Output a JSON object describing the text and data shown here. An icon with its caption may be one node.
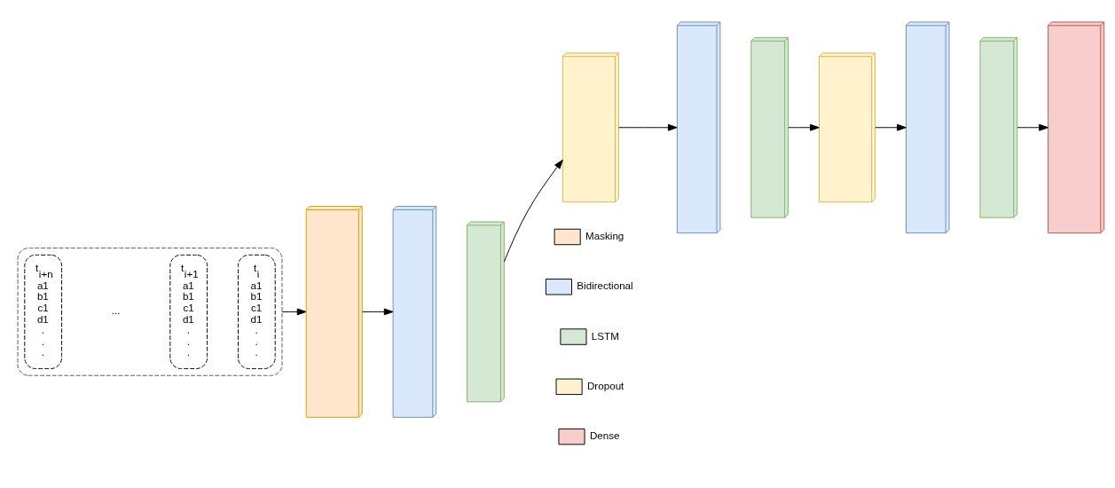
{
  "diagram": {
    "nodes": [
      {
        "text": [],
        "shape": "box"
      },
      {
        "text": [
          "t$_{i+n}$",
          "a1 b1 c1 d1 . . ."
        ],
        "in": 0
      },
      {
        "text": [
          "t$_{i+1}$",
          "a1 b1 c1 d1 . . ."
        ],
        "in": 0
      },
      {
        "text": [
          "t$_{i}$",
          "a1 b1 c1 d1 . . ."
        ],
        "in": 0
      },
      {
        "text": [],
        "shape": "box"
      },
      {
        "text": [],
        "shape": "box"
      },
      {
        "text": [],
        "shape": "box"
      },
      {
        "text": [],
        "shape": "box"
      },
      {
        "text": [],
        "shape": "box"
      },
      {
        "text": [],
        "shape": "box"
      },
      {
        "text": [],
        "shape": "box"
      },
      {
        "text": [],
        "shape": "box"
      },
      {
        "text": [],
        "shape": "box"
      },
      {
        "text": [],
        "shape": "box"
      }
    ],
    "edges": [
      {
        "from": 0,
        "to": 4,
        "arrow": "to"
      },
      {
        "from": 4,
        "to": 5,
        "arrow": "to"
      },
      {
        "from": 6,
        "to": 7,
        "arrow": "to"
      },
      {
        "from": 7,
        "to": 8,
        "arrow": "to"
      },
      {
        "from": 9,
        "to": 10,
        "arrow": "to"
      },
      {
        "from": 10,
        "to": 11,
        "arrow": "to"
      },
      {
        "from": 12,
        "to": 13,
        "arrow": "to"
      }
    ],
    "labels": [
      "..."
    ],
    "legend": [
      {
        "text": "Masking",
        "color": "#ffe6cc"
      },
      {
        "text": "Bidirectional",
        "color": "#dae8fc"
      },
      {
        "text": "LSTM",
        "color": "#d5e8d4"
      },
      {
        "text": "Dropout",
        "color": "#fff2cc"
      },
      {
        "text": "Dense",
        "color": "#f8cecc"
      }
    ]
  }
}
